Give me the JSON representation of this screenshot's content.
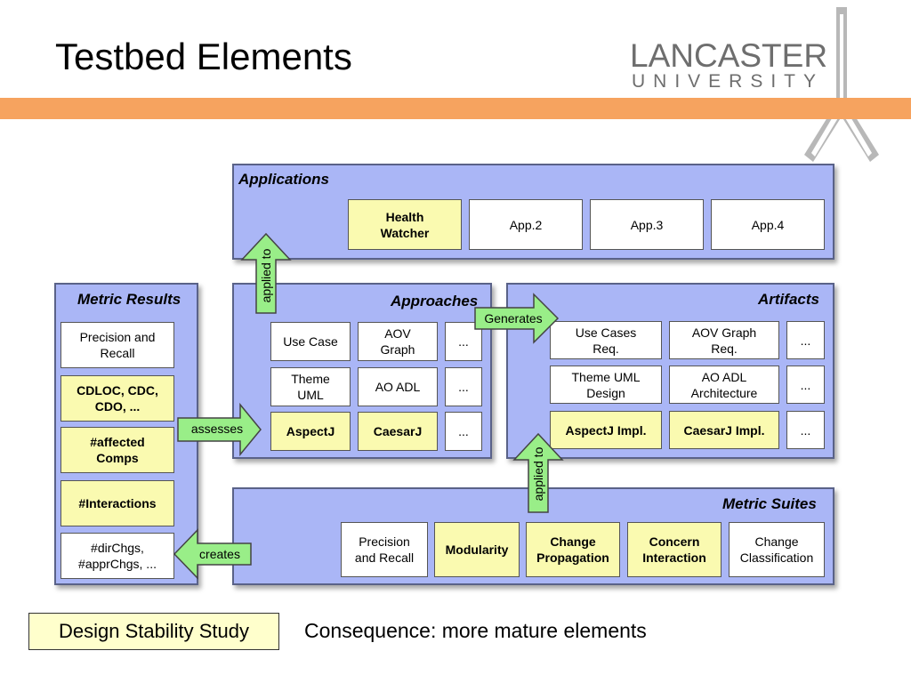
{
  "slide": {
    "title": "Testbed Elements",
    "logo": {
      "line1": "LANCASTER",
      "line2": "UNIVERSITY"
    },
    "footer_box": "Design Stability Study",
    "footer_text": "Consequence: more mature elements"
  },
  "colors": {
    "band": "#f6a35f",
    "panel": "#aab6f6",
    "highlight_box": "#fafab0",
    "arrow": "#99ee88"
  },
  "applications": {
    "title": "Applications",
    "items": [
      "Health\nWatcher",
      "App.2",
      "App.3",
      "App.4"
    ]
  },
  "metric_results": {
    "title": "Metric Results",
    "items": [
      "Precision and\nRecall",
      "CDLOC, CDC,\nCDO, ...",
      "#affected\nComps",
      "#Interactions",
      "#dirChgs,\n#apprChgs, ..."
    ]
  },
  "approaches": {
    "title": "Approaches",
    "items": [
      "Use Case",
      "AOV\nGraph",
      "...",
      "Theme\nUML",
      "AO ADL",
      "...",
      "AspectJ",
      "CaesarJ",
      "..."
    ]
  },
  "artifacts": {
    "title": "Artifacts",
    "items": [
      "Use Cases\nReq.",
      "AOV Graph\nReq.",
      "...",
      "Theme UML\nDesign",
      "AO ADL\nArchitecture",
      "...",
      "AspectJ Impl.",
      "CaesarJ Impl.",
      "..."
    ]
  },
  "metric_suites": {
    "title": "Metric Suites",
    "items": [
      "Precision\nand Recall",
      "Modularity",
      "Change\nPropagation",
      "Concern\nInteraction",
      "Change\nClassification"
    ]
  },
  "arrows": {
    "applied_to_top": "applied to",
    "generates": "Generates",
    "assesses": "assesses",
    "applied_to_bottom": "applied to",
    "creates": "creates"
  }
}
